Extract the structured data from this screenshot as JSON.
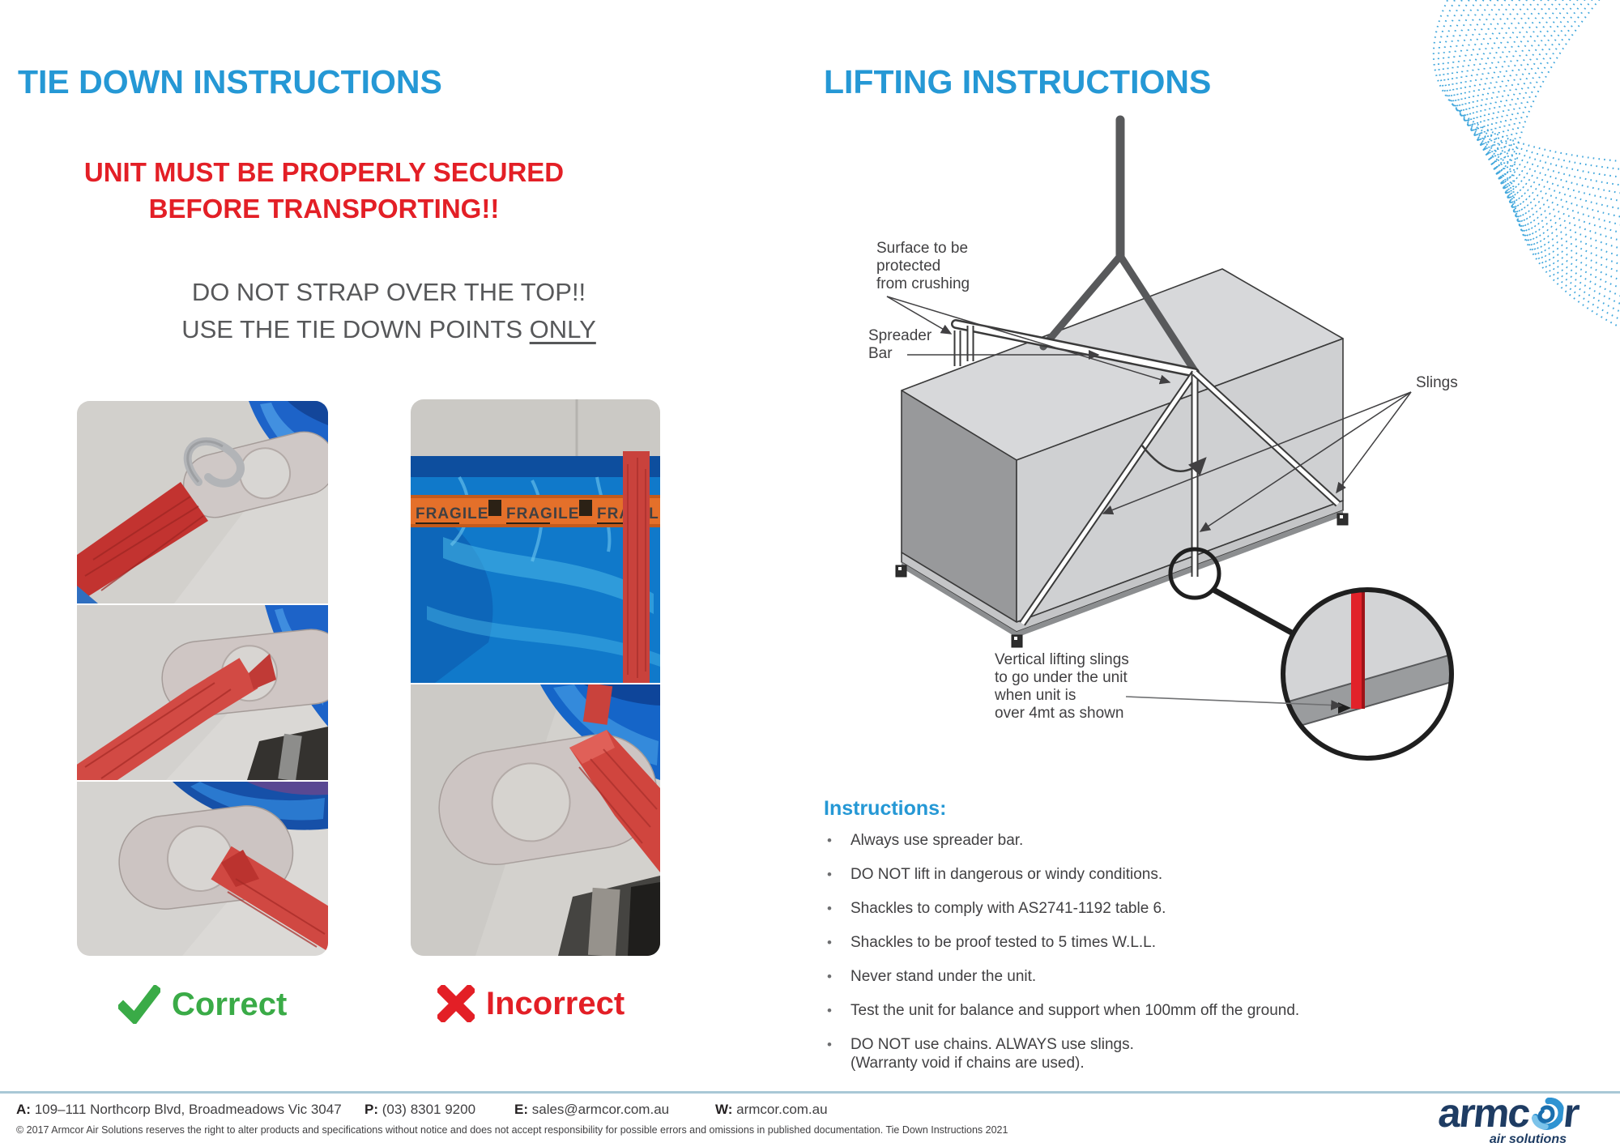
{
  "tie_down": {
    "title": "TIE DOWN INSTRUCTIONS",
    "warning_line1": "UNIT MUST BE PROPERLY SECURED",
    "warning_line2": "BEFORE TRANSPORTING!!",
    "instruction_line1": "DO NOT STRAP OVER THE TOP!!",
    "instruction_line2_prefix": "USE THE TIE DOWN POINTS ",
    "instruction_line2_underlined": "ONLY",
    "correct_label": "Correct",
    "incorrect_label": "Incorrect"
  },
  "lifting": {
    "title": "LIFTING INSTRUCTIONS",
    "diagram_labels": {
      "surface_line1": "Surface to be",
      "surface_line2": "protected",
      "surface_line3": "from crushing",
      "spreader_line1": "Spreader",
      "spreader_line2": "Bar",
      "slings": "Slings",
      "vertical_line1": "Vertical lifting slings",
      "vertical_line2": "to go under the unit",
      "vertical_line3": "when unit is",
      "vertical_line4": "over 4mt as shown"
    },
    "instructions_heading": "Instructions:",
    "instructions": [
      "Always use spreader bar.",
      "DO NOT lift in dangerous or windy conditions.",
      "Shackles to comply with AS2741-1192 table 6.",
      "Shackles to be proof tested to 5 times W.L.L.",
      "Never stand under the unit.",
      "Test the unit for balance and support when 100mm off the ground.",
      "DO NOT use chains. ALWAYS use slings."
    ],
    "instructions_note": "(Warranty void if chains are used)."
  },
  "photos": {
    "fragile_text": "FRAGILE"
  },
  "footer": {
    "address_label": "A:",
    "address": "109–111 Northcorp Blvd, Broadmeadows Vic 3047",
    "phone_label": "P:",
    "phone": "(03) 8301 9200",
    "email_label": "E:",
    "email": "sales@armcor.com.au",
    "web_label": "W:",
    "web": "armcor.com.au",
    "copyright": "© 2017 Armcor Air Solutions reserves the right to alter products and specifications without notice and does not accept responsibility for possible errors and omissions in published documentation. Tie Down Instructions 2021",
    "logo_text_part1": "armc",
    "logo_text_part2": "r",
    "logo_tagline": "air solutions"
  },
  "colors": {
    "heading_blue": "#2598d5",
    "warning_red": "#e31f26",
    "text_gray": "#57585a",
    "correct_green": "#3aab47",
    "logo_navy": "#1e3c63",
    "swoosh_blue": "#2e9ed9",
    "footer_rule": "#a9c8d6"
  }
}
